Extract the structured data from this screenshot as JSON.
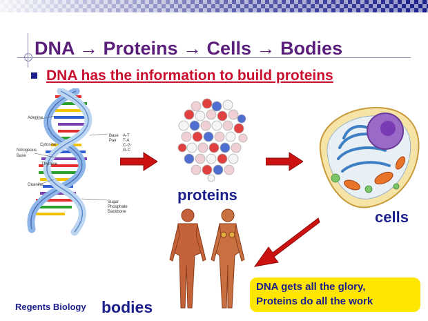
{
  "slide": {
    "title": "DNA → Proteins → Cells → Bodies",
    "bullet": "DNA has the information to build proteins",
    "labels": {
      "proteins": "proteins",
      "cells": "cells",
      "bodies": "bodies"
    },
    "callout": {
      "line1": "DNA gets all the glory,",
      "line2": "Proteins do all the work"
    },
    "footer": "Regents Biology"
  },
  "dna_diagram": {
    "labels": {
      "adenine": "Adenine",
      "cytosine": "Cytosine",
      "nitrogeous": "Nitrogeous",
      "base": "Base",
      "thymine": "Thymine",
      "guanine": "Guanine",
      "base_pair_1": "Base",
      "base_pair_2": "Pair",
      "pair_at": "A-T",
      "pair_ta": "T-A",
      "pair_cg": "C-G",
      "pair_gc": "G-C",
      "sugar_1": "Sugar",
      "sugar_2": "Phosphate",
      "sugar_3": "Backbone"
    }
  },
  "colors": {
    "title": "#5a1f7a",
    "bullet_text": "#c8102e",
    "label": "#1b1f8a",
    "arrow": "#cc1111",
    "callout_bg": "#ffe600"
  }
}
